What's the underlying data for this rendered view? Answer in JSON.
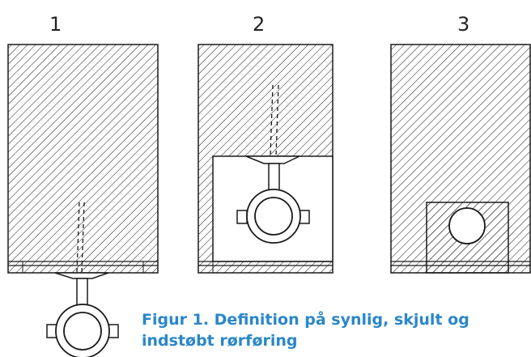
{
  "labels": {
    "fig1": "1",
    "fig2": "2",
    "fig3": "3"
  },
  "caption": {
    "line1": "Figur 1. Definition på synlig, skjult og",
    "line2": "indstøbt rørføring"
  },
  "colors": {
    "caption": "#2a87c8",
    "line": "#1a1a1a",
    "background": "#ffffff"
  }
}
